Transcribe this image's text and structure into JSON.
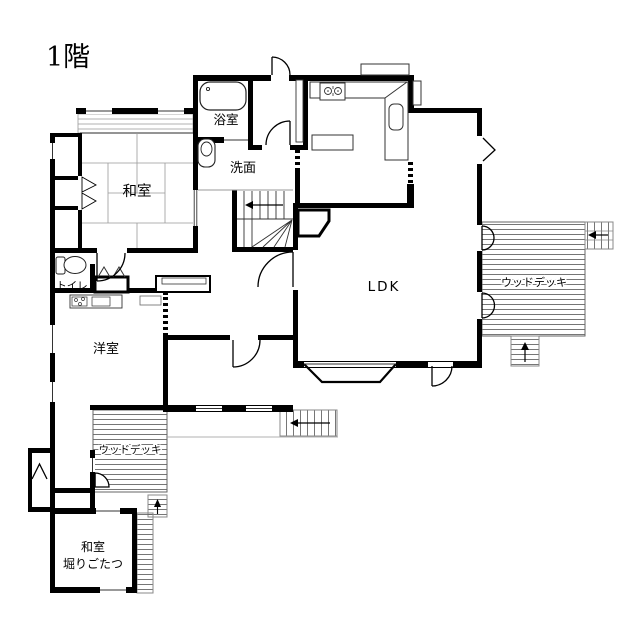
{
  "title": "1階",
  "labels": {
    "bathroom": "浴室",
    "washroom": "洗面",
    "washitsu_main": "和室",
    "toilet": "トイレ",
    "ldk": "LDK",
    "deck_right": "ウッドデッキ",
    "youshitsu": "洋室",
    "deck_left": "ウッドデッキ",
    "washitsu2_line1": "和室",
    "washitsu2_line2": "堀りごたつ"
  },
  "colors": {
    "wall": "#000000",
    "background": "#ffffff",
    "thin_line": "#444444",
    "deck_line": "#666666"
  }
}
